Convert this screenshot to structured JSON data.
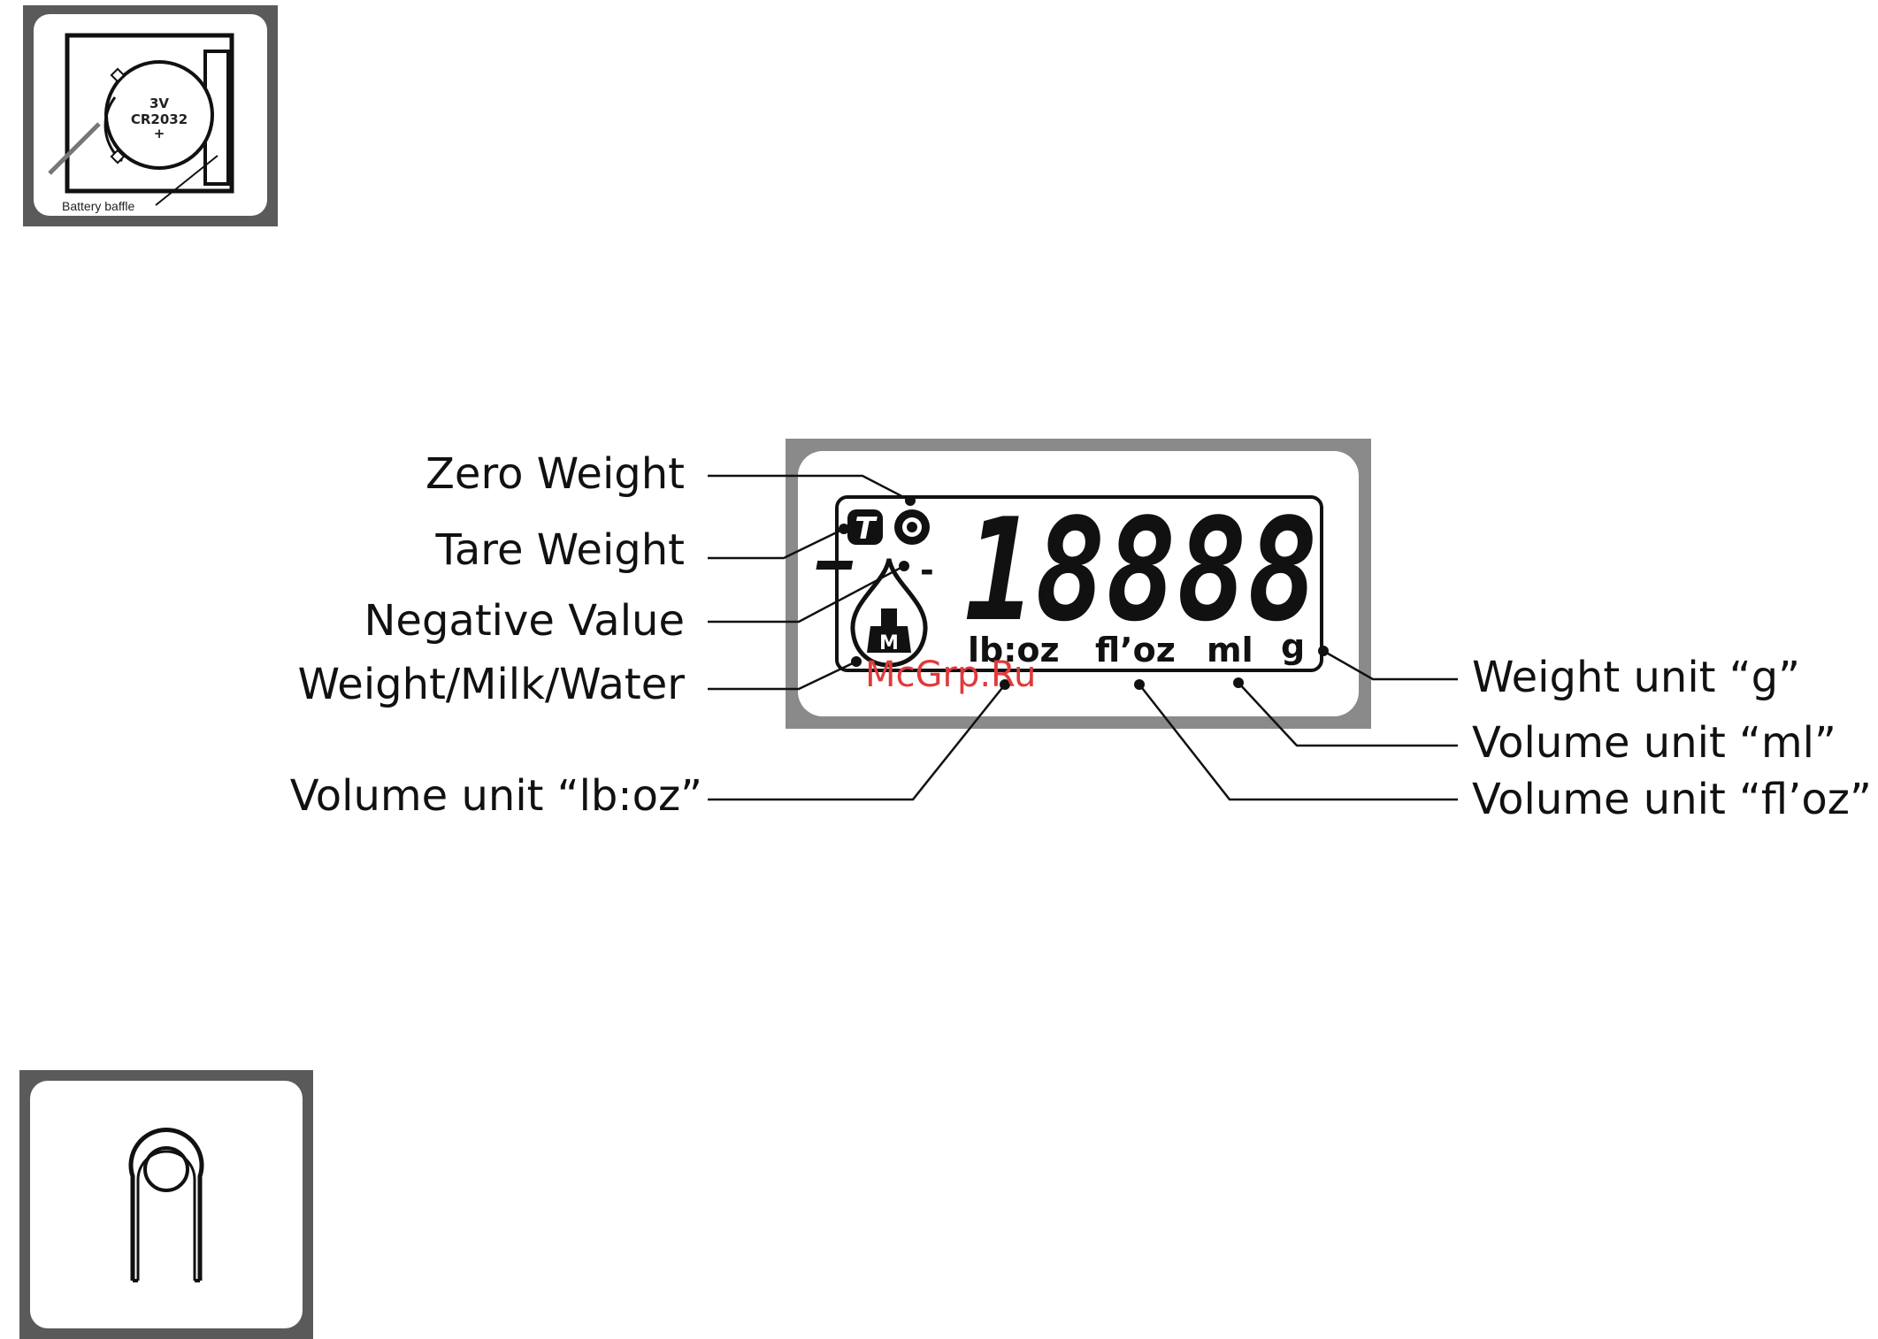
{
  "battery_panel": {
    "voltage": "3V",
    "model": "CR2032",
    "polarity": "+",
    "caption": "Battery baffle"
  },
  "display": {
    "digits": "18888",
    "tare_symbol": "T",
    "zero_symbol": "O",
    "negative_symbol": "-",
    "mode_symbol": "M",
    "units": {
      "lb_oz": "lb:oz",
      "fl_oz": "fl’oz",
      "ml": "ml",
      "g": "g"
    }
  },
  "callouts": {
    "zero_weight": "Zero Weight",
    "tare_weight": "Tare Weight",
    "negative_value": "Negative Value",
    "weight_milk_water": "Weight/Milk/Water",
    "volume_lb_oz": "Volume unit “lb:oz”",
    "weight_g": "Weight unit “g”",
    "volume_ml": "Volume unit  “ml”",
    "volume_fl_oz": "Volume unit  “fl’oz”"
  },
  "watermark": "McGrp.Ru"
}
